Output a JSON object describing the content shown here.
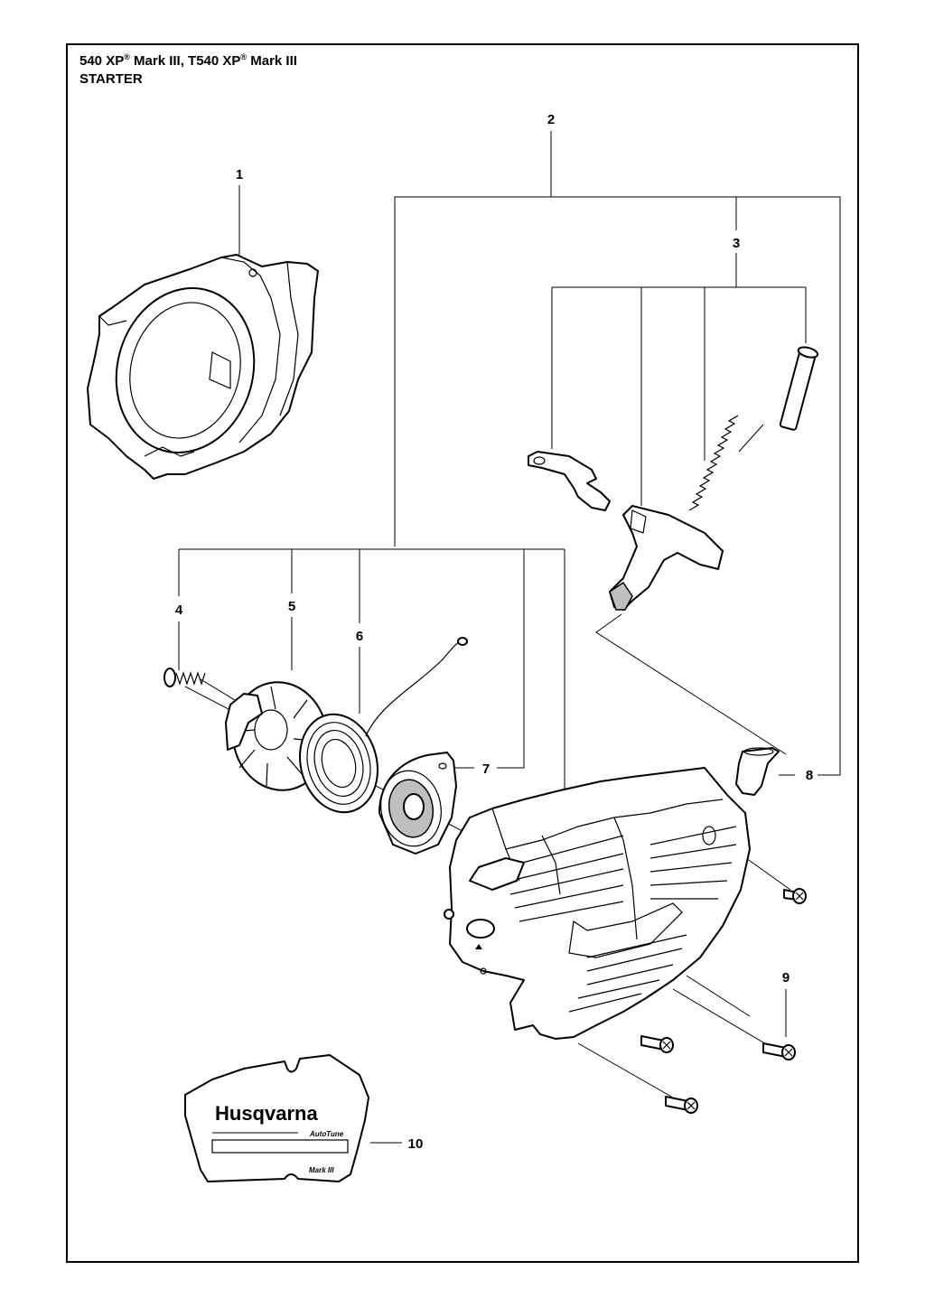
{
  "header": {
    "model_part1": "540 XP",
    "reg1": "®",
    "model_part2": " Mark III, T540 XP",
    "reg2": "®",
    "model_part3": " Mark III",
    "section": "STARTER"
  },
  "callouts": {
    "1": "1",
    "2": "2",
    "3": "3",
    "4": "4",
    "5": "5",
    "6": "6",
    "7": "7",
    "8": "8",
    "9": "9",
    "10": "10"
  },
  "decal": {
    "brand": "Husqvarna",
    "product_line": "AutoTune",
    "model": "Mark III"
  }
}
